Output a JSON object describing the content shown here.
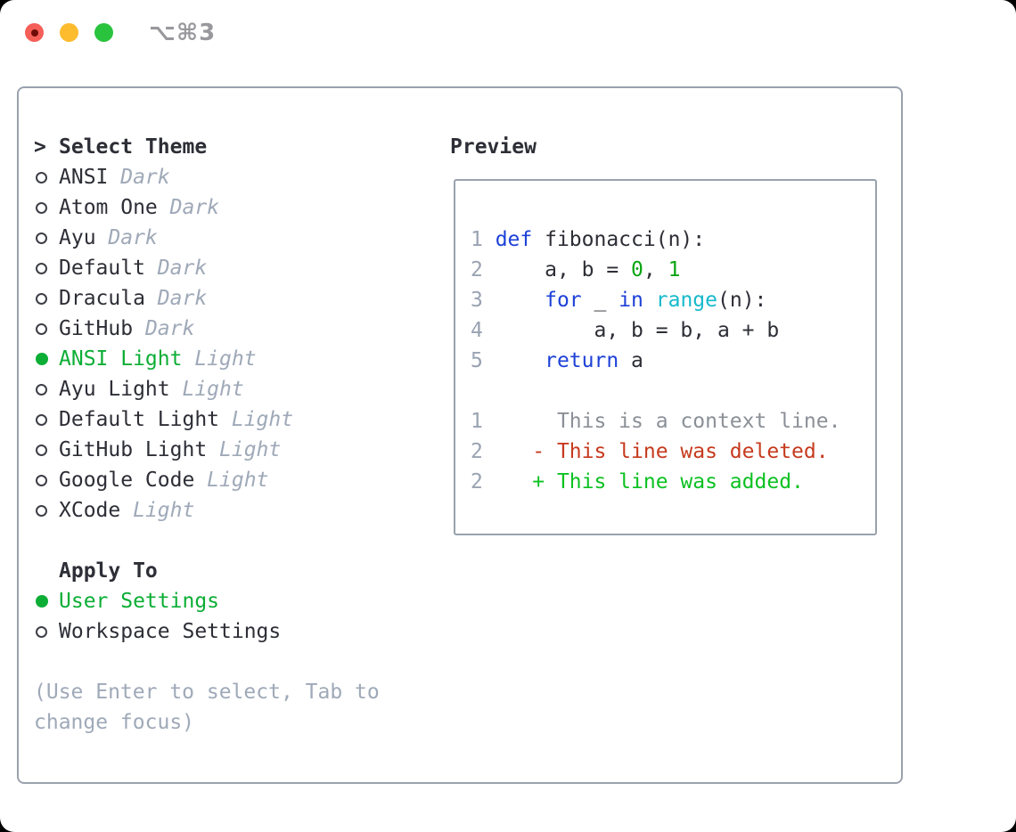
{
  "titlebar": {
    "shortcut": "⌥⌘3",
    "buttons": [
      "close-icon",
      "minimize-icon",
      "zoom-icon"
    ]
  },
  "panel": {
    "theme_section": {
      "prompt": ">",
      "header": "Select Theme",
      "items": [
        {
          "name": "ANSI",
          "variant": "Dark",
          "selected": false
        },
        {
          "name": "Atom One",
          "variant": "Dark",
          "selected": false
        },
        {
          "name": "Ayu",
          "variant": "Dark",
          "selected": false
        },
        {
          "name": "Default",
          "variant": "Dark",
          "selected": false
        },
        {
          "name": "Dracula",
          "variant": "Dark",
          "selected": false
        },
        {
          "name": "GitHub",
          "variant": "Dark",
          "selected": false
        },
        {
          "name": "ANSI Light",
          "variant": "Light",
          "selected": true
        },
        {
          "name": "Ayu Light",
          "variant": "Light",
          "selected": false
        },
        {
          "name": "Default Light",
          "variant": "Light",
          "selected": false
        },
        {
          "name": "GitHub Light",
          "variant": "Light",
          "selected": false
        },
        {
          "name": "Google Code",
          "variant": "Light",
          "selected": false
        },
        {
          "name": "XCode",
          "variant": "Light",
          "selected": false
        }
      ]
    },
    "apply_section": {
      "header": "Apply To",
      "items": [
        {
          "name": "User Settings",
          "selected": true
        },
        {
          "name": "Workspace Settings",
          "selected": false
        }
      ]
    },
    "hint_lines": [
      "(Use Enter to select, Tab to",
      "change focus)"
    ],
    "preview": {
      "header": "Preview",
      "lines": [
        {
          "n": "1",
          "tokens": [
            [
              "kw",
              "def"
            ],
            [
              "fg",
              " fibonacci(n):"
            ]
          ]
        },
        {
          "n": "2",
          "tokens": [
            [
              "fg",
              "    a, b = "
            ],
            [
              "num",
              "0"
            ],
            [
              "fg",
              ", "
            ],
            [
              "num",
              "1"
            ]
          ]
        },
        {
          "n": "3",
          "tokens": [
            [
              "fg",
              "    "
            ],
            [
              "kw",
              "for"
            ],
            [
              "fg",
              " _ "
            ],
            [
              "kw",
              "in"
            ],
            [
              "fg",
              " "
            ],
            [
              "bi",
              "range"
            ],
            [
              "fg",
              "(n):"
            ]
          ]
        },
        {
          "n": "4",
          "tokens": [
            [
              "fg",
              "        a, b = b, a + b"
            ]
          ]
        },
        {
          "n": "5",
          "tokens": [
            [
              "fg",
              "    "
            ],
            [
              "kw",
              "return"
            ],
            [
              "fg",
              " a"
            ]
          ]
        },
        {
          "n": "",
          "tokens": []
        },
        {
          "n": "1",
          "tokens": [
            [
              "ctx",
              "     This is a context line."
            ]
          ]
        },
        {
          "n": "2",
          "tokens": [
            [
              "del",
              "   - This line was deleted."
            ]
          ]
        },
        {
          "n": "2",
          "tokens": [
            [
              "add",
              "   + This line was added."
            ]
          ]
        }
      ]
    }
  },
  "colors": {
    "fg": "#2d2e36",
    "muted": "#9fa9b8",
    "border": "#9aa2ad",
    "selected": "#0cae35",
    "keyword": "#1d41d8",
    "number": "#0aa512",
    "builtin": "#16b9cc",
    "context": "#8b9097",
    "deleted": "#c63a1e",
    "added": "#0cc122",
    "line_number": "#9aa3b2",
    "traffic_red": "#f55f58",
    "traffic_yellow": "#fdbc2e",
    "traffic_green": "#2ac33e"
  }
}
